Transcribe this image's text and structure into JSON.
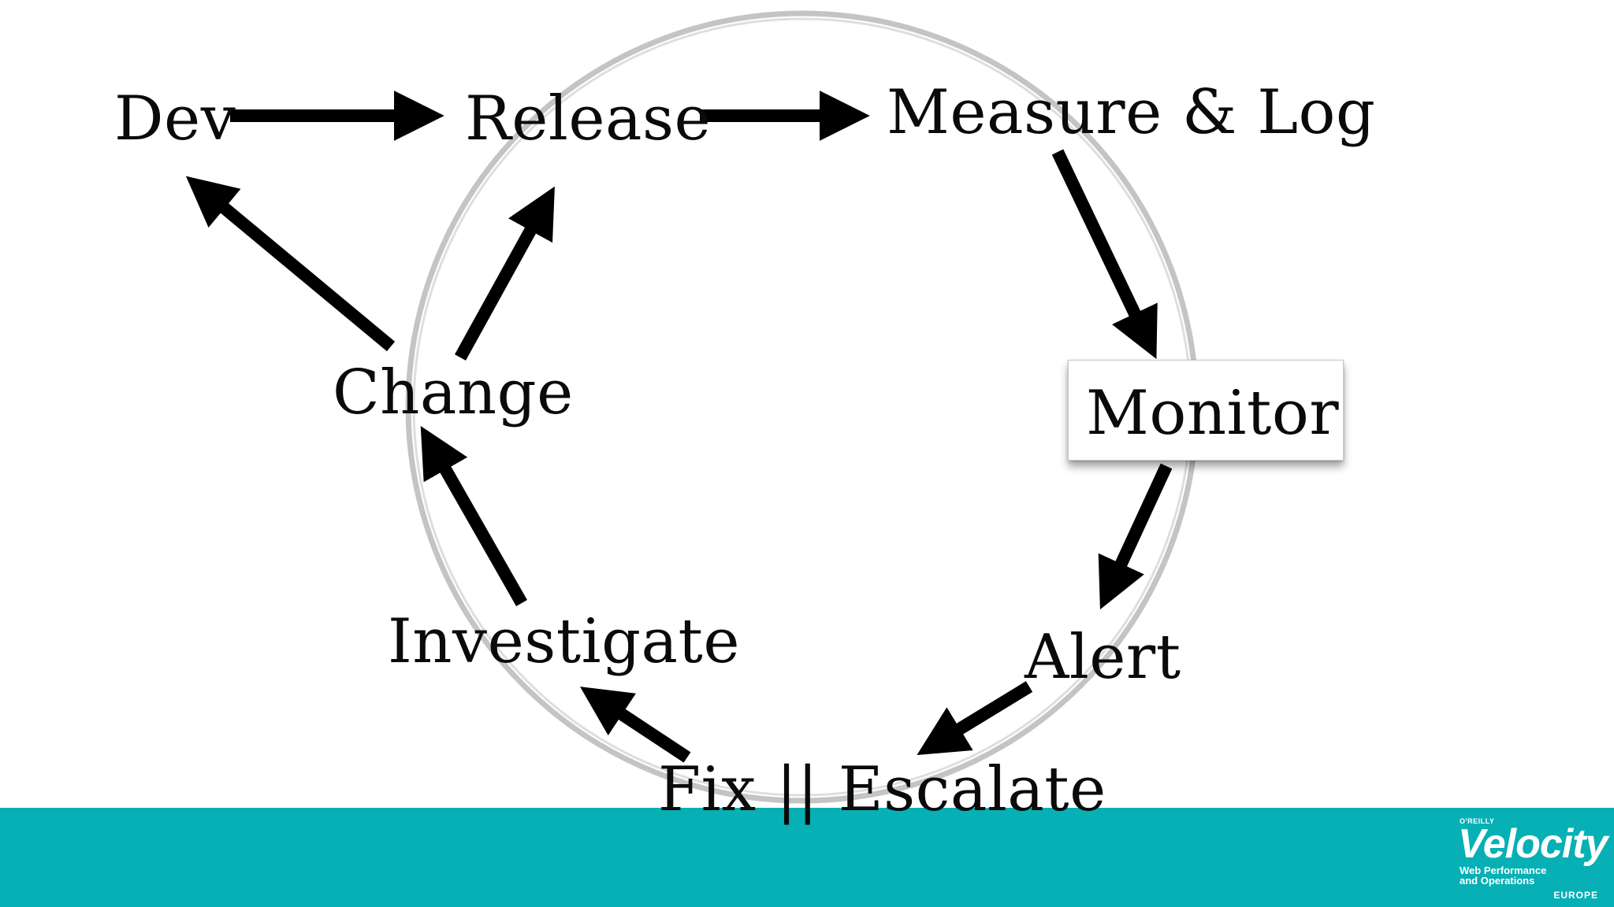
{
  "diagram": {
    "nodes": {
      "dev": "Dev",
      "release": "Release",
      "measure_log": "Measure & Log",
      "monitor": "Monitor",
      "alert": "Alert",
      "fix_escalate": "Fix || Escalate",
      "investigate": "Investigate",
      "change": "Change"
    },
    "edges": [
      {
        "from": "Dev",
        "to": "Release"
      },
      {
        "from": "Release",
        "to": "Measure & Log"
      },
      {
        "from": "Measure & Log",
        "to": "Monitor"
      },
      {
        "from": "Monitor",
        "to": "Alert"
      },
      {
        "from": "Alert",
        "to": "Fix || Escalate"
      },
      {
        "from": "Fix || Escalate",
        "to": "Investigate"
      },
      {
        "from": "Investigate",
        "to": "Change"
      },
      {
        "from": "Change",
        "to": "Release"
      },
      {
        "from": "Change",
        "to": "Dev"
      }
    ],
    "highlighted_node": "Monitor"
  },
  "footer": {
    "logo": {
      "publisher": "O'REILLY",
      "name": "Velocity",
      "tagline_1": "Web Performance",
      "tagline_2": "and Operations",
      "region": "EUROPE"
    }
  },
  "colors": {
    "footer_bar": "#06b0b5",
    "arrows": "#000000",
    "circle": "#c4c4c4",
    "text": "#0a0a0a"
  }
}
